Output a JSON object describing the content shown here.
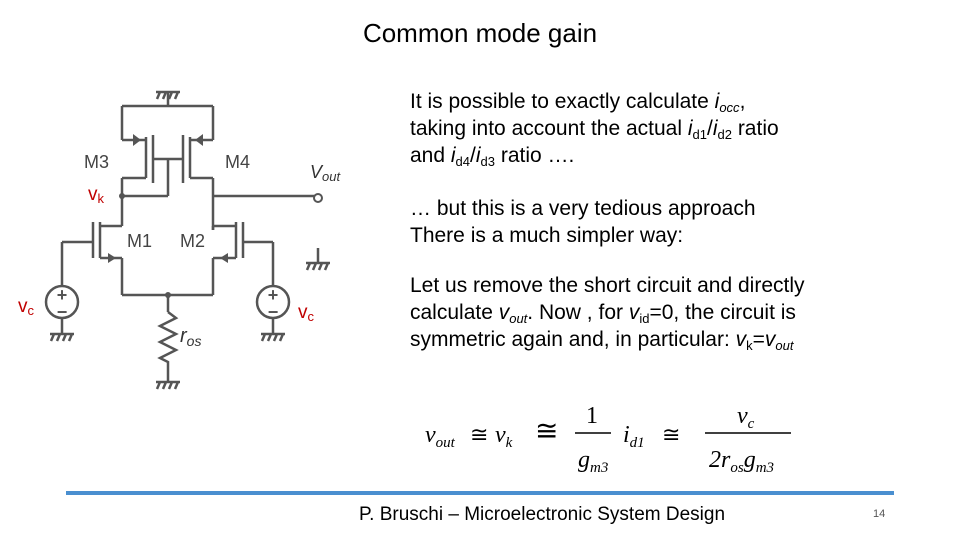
{
  "title": "Common mode gain",
  "circuit": {
    "labels": {
      "m3": "M3",
      "m4": "M4",
      "m1": "M1",
      "m2": "M2",
      "vout": "V",
      "vout_sub": "out",
      "vk": "v",
      "vk_sub": "k",
      "vc_left": "v",
      "vc_left_sub": "c",
      "vc_right": "v",
      "vc_right_sub": "c",
      "ros": "r",
      "ros_sub": "os",
      "plus": "+",
      "minus": "−"
    }
  },
  "text": {
    "p1": {
      "l1a": "It is possible to exactly calculate ",
      "l1b": "i",
      "l1c": "occ",
      "l1d": ",",
      "l2a": "taking into account the actual ",
      "l2b": "i",
      "l2c": "d1",
      "l2d": "/",
      "l2e": "i",
      "l2f": "d2",
      "l2g": " ratio",
      "l3a": "and ",
      "l3b": "i",
      "l3c": "d4",
      "l3d": "/",
      "l3e": "i",
      "l3f": "d3",
      "l3g": " ratio …."
    },
    "p2": {
      "l1": "… but this is a very tedious approach",
      "l2": "There is a much simpler way:"
    },
    "p3": {
      "l1": "Let us remove the short circuit and directly",
      "l2a": "calculate ",
      "l2b": "v",
      "l2c": "out",
      "l2d": ". Now , for ",
      "l2e": "v",
      "l2f": "id",
      "l2g": "=0, the circuit is",
      "l3a": "symmetric again and, in particular: ",
      "l3b": "v",
      "l3c": "k",
      "l3d": "=",
      "l3e": "v",
      "l3f": "out"
    }
  },
  "formula": {
    "vout": "v",
    "vout_sub": "out",
    "approx1": "≅",
    "vk": "v",
    "vk_sub": "k",
    "eq": "≅",
    "frac1_num": "1",
    "frac1_den": "g",
    "frac1_den_sub": "m3",
    "id1": "i",
    "id1_sub": "d1",
    "approx2": "≅",
    "frac2_num": "v",
    "frac2_num_sub": "c",
    "frac2_den": "2r",
    "frac2_den_sub1": "os",
    "frac2_den_g": "g",
    "frac2_den_sub2": "m3"
  },
  "footer": "P. Bruschi – Microelectronic System Design",
  "page_number": "14",
  "colors": {
    "divider": "#4a8fd0",
    "wire": "#555555"
  }
}
